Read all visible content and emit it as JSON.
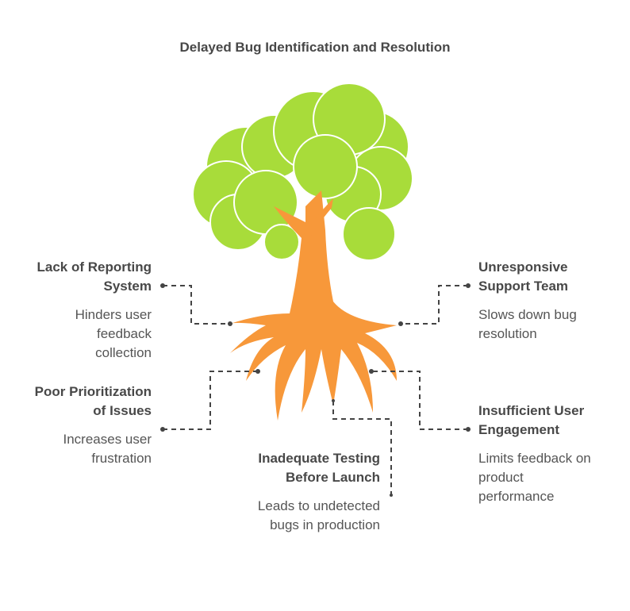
{
  "title": "Delayed Bug Identification and Resolution",
  "colors": {
    "foliage": "#a8dc3a",
    "trunk": "#f7983a",
    "connector": "#444444",
    "text": "#484848"
  },
  "items": [
    {
      "heading": "Lack of Reporting System",
      "description": "Hinders user feedback collection",
      "side": "left"
    },
    {
      "heading": "Unresponsive Support Team",
      "description": "Slows down bug resolution",
      "side": "right"
    },
    {
      "heading": "Poor Prioritization of Issues",
      "description": "Increases user frustration",
      "side": "left"
    },
    {
      "heading": "Insufficient User Engagement",
      "description": "Limits feedback on product performance",
      "side": "right"
    },
    {
      "heading": "Inadequate Testing Before Launch",
      "description": "Leads to undetected bugs in production",
      "side": "bottom"
    }
  ]
}
